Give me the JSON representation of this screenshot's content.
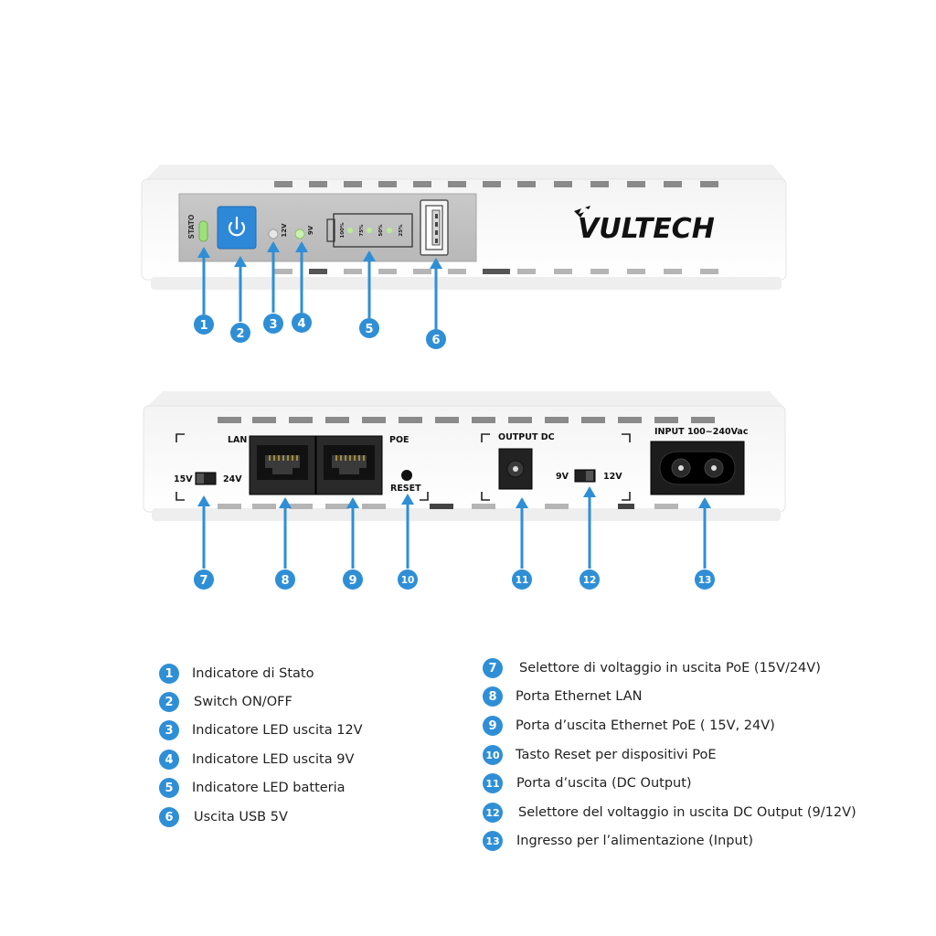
{
  "device": {
    "brand": "VULTECH",
    "front": {
      "stato": "STATO",
      "led_12v": "12V",
      "led_9v": "9V",
      "battery_levels": [
        "100%",
        "75%",
        "50%",
        "25%"
      ]
    },
    "back": {
      "lan": "LAN",
      "poe": "POE",
      "reset": "RESET",
      "v15": "15V",
      "v24": "24V",
      "output_dc": "OUTPUT DC",
      "v9": "9V",
      "v12": "12V",
      "input": "INPUT 100~240Vac"
    }
  },
  "colors": {
    "accent": "#2f8fd6",
    "led": "#9ee07a"
  },
  "legend": [
    {
      "num": "1",
      "text": "Indicatore di Stato"
    },
    {
      "num": "2",
      "text": "Switch ON/OFF"
    },
    {
      "num": "3",
      "text": "Indicatore LED uscita 12V"
    },
    {
      "num": "4",
      "text": "Indicatore LED uscita 9V"
    },
    {
      "num": "5",
      "text": "Indicatore LED batteria"
    },
    {
      "num": "6",
      "text": "Uscita USB 5V"
    },
    {
      "num": "7",
      "text": "Selettore di voltaggio in uscita PoE (15V/24V)"
    },
    {
      "num": "8",
      "text": "Porta Ethernet LAN"
    },
    {
      "num": "9",
      "text": "Porta d’uscita Ethernet PoE ( 15V, 24V)"
    },
    {
      "num": "10",
      "text": "Tasto Reset per dispositivi PoE"
    },
    {
      "num": "11",
      "text": "Porta d’uscita (DC Output)"
    },
    {
      "num": "12",
      "text": "Selettore del voltaggio in uscita DC Output (9/12V)"
    },
    {
      "num": "13",
      "text": "Ingresso per l’alimentazione (Input)"
    }
  ]
}
